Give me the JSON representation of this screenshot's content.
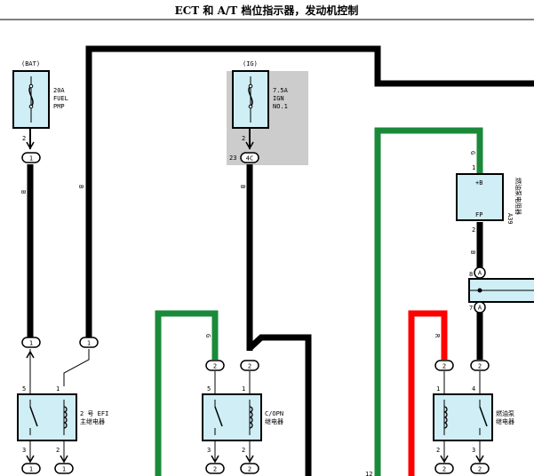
{
  "title": "ECT 和 A/T 档位指示器，发动机控制",
  "fuse_fuel": {
    "supply": "(BAT)",
    "rating": "20A",
    "name1": "FUEL",
    "name2": "PMP",
    "pin": "2",
    "connector": "1"
  },
  "fuse_ign": {
    "supply": "(IG)",
    "rating": "7.5A",
    "name1": "IGN",
    "name2": "NO.1",
    "pin": "2",
    "pin_left": "23",
    "connector": "4C"
  },
  "wire_codes": {
    "black": "B",
    "green": "G",
    "red": "R"
  },
  "pump_resistor": {
    "pin_top_code": "G",
    "pin_top": "1",
    "terminal_top": "+B",
    "terminal_bottom": "FP",
    "pin_bottom": "2",
    "ref": "A39",
    "name": "燃油泵电阻器"
  },
  "junction": {
    "pin_top": "8",
    "conn_top": "A",
    "pin_bottom": "7",
    "conn_bottom": "A"
  },
  "relay_efi": {
    "name1": "2 号 EFI",
    "name2": "主继电器",
    "pin_tl": "5",
    "pin_tr": "1",
    "pin_bl": "3",
    "pin_br": "2",
    "conn_top_left": "1",
    "conn_top_right": "1",
    "conn_bottom_left": "1",
    "conn_bottom_right": "1"
  },
  "relay_copn": {
    "name1": "C/OPN",
    "name2": "继电器",
    "pin_tl": "5",
    "pin_tr": "1",
    "pin_bl": "3",
    "pin_br": "2",
    "conn_top_left": "2",
    "conn_top_right": "2",
    "conn_bottom_left": "2",
    "conn_bottom_right": "2"
  },
  "relay_pump": {
    "name1": "燃油泵",
    "name2": "继电器",
    "pin_tl": "1",
    "pin_tr": "4",
    "pin_bl": "2",
    "pin_br": "3",
    "conn_top_left": "2",
    "conn_top_right": "2",
    "conn_bottom_left": "2",
    "conn_bottom_right": "2"
  },
  "edge_pin": "12",
  "colors": {
    "black": "#000000",
    "green": "#1a8a3a",
    "red": "#ff0000",
    "box_fill": "#cfeef6",
    "ig_bg": "#cccccc"
  }
}
